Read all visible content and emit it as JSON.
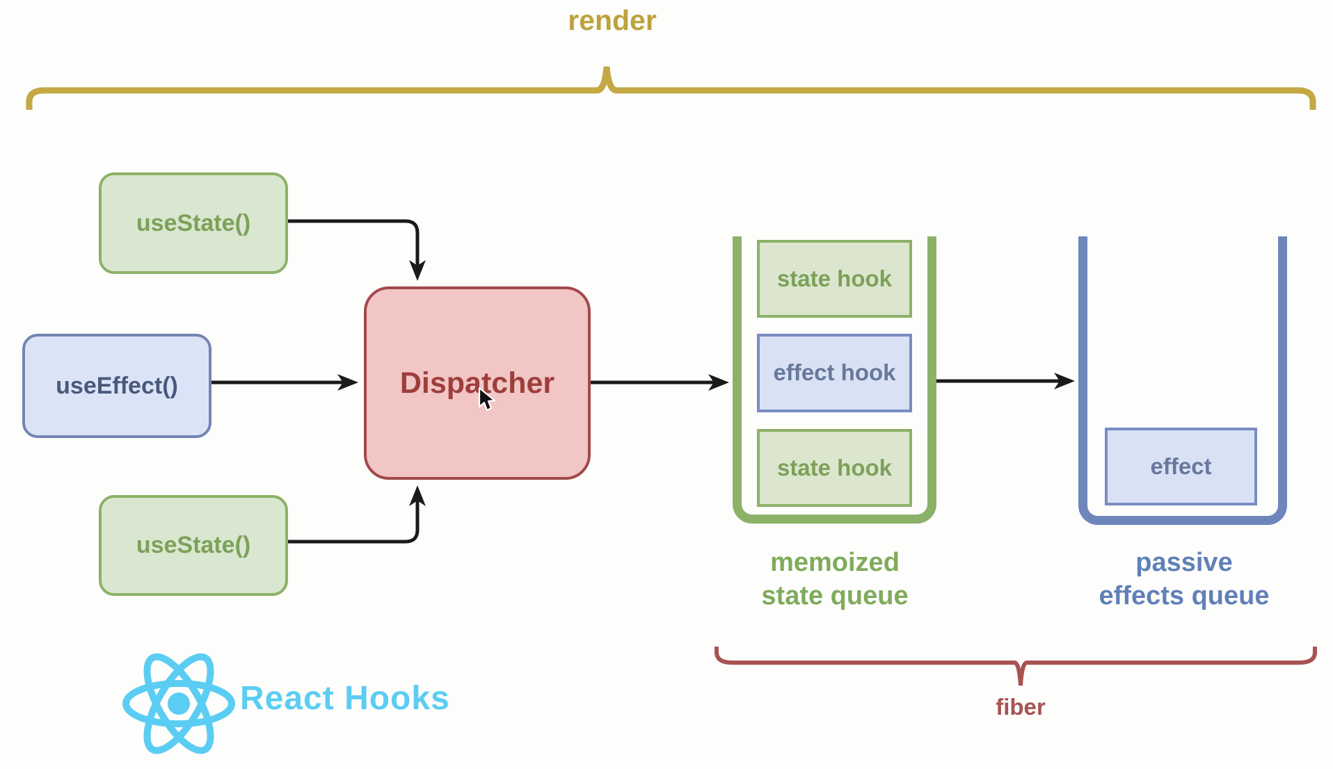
{
  "diagram": {
    "render_label": "render",
    "fiber_label": "fiber",
    "hook_calls": [
      {
        "id": "useState-top",
        "label": "useState()"
      },
      {
        "id": "useEffect",
        "label": "useEffect()"
      },
      {
        "id": "useState-bottom",
        "label": "useState()"
      }
    ],
    "dispatcher": {
      "label": "Dispatcher"
    },
    "memoized_queue": {
      "label_line1": "memoized",
      "label_line2": "state queue",
      "items": [
        "state hook",
        "effect hook",
        "state hook"
      ]
    },
    "passive_queue": {
      "label_line1": "passive",
      "label_line2": "effects queue",
      "items": [
        "effect"
      ]
    },
    "brand": {
      "label": "React Hooks"
    },
    "colors": {
      "green_fill": "#d9e7d0",
      "green_stroke": "#8cb166",
      "green_text": "#7ca159",
      "blue_fill": "#dbe4f6",
      "blue_stroke": "#7484b4",
      "blue_text": "#47597c",
      "red_fill": "#f1c6c4",
      "red_stroke": "#a2494b",
      "red_text": "#9e3e3c",
      "render_brace_gold": "#bda23c",
      "fiber_brace_red": "#a85252",
      "memoized_caption_green": "#7fab5b",
      "passive_caption_blue": "#6080b8",
      "react_blue": "#5bcdf2",
      "arrow_black": "#1a1a1a"
    }
  }
}
